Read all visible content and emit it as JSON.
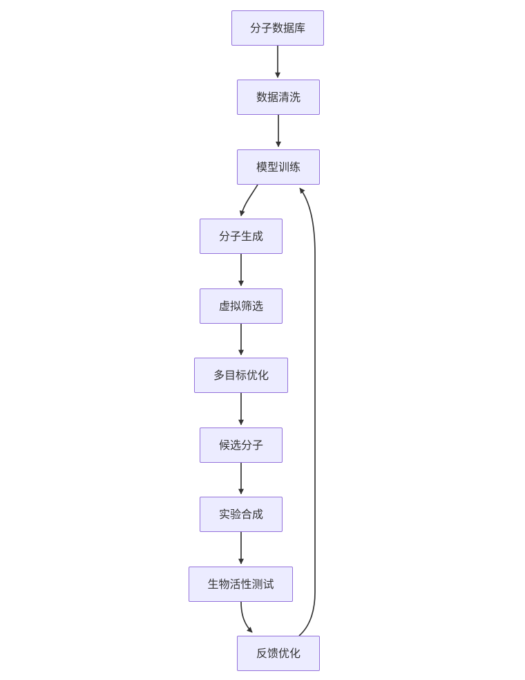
{
  "diagram": {
    "type": "flowchart",
    "direction": "top-down",
    "nodes": [
      {
        "id": "molecular-database",
        "label": "分子数据库"
      },
      {
        "id": "data-cleaning",
        "label": "数据清洗"
      },
      {
        "id": "model-training",
        "label": "模型训练"
      },
      {
        "id": "molecule-generation",
        "label": "分子生成"
      },
      {
        "id": "virtual-screening",
        "label": "虚拟筛选"
      },
      {
        "id": "multi-objective-optimization",
        "label": "多目标优化"
      },
      {
        "id": "candidate-molecules",
        "label": "候选分子"
      },
      {
        "id": "experimental-synthesis",
        "label": "实验合成"
      },
      {
        "id": "bioactivity-testing",
        "label": "生物活性测试"
      },
      {
        "id": "feedback-optimization",
        "label": "反馈优化"
      }
    ],
    "edges": [
      {
        "from": "分子数据库",
        "to": "数据清洗"
      },
      {
        "from": "数据清洗",
        "to": "模型训练"
      },
      {
        "from": "模型训练",
        "to": "分子生成"
      },
      {
        "from": "分子生成",
        "to": "虚拟筛选"
      },
      {
        "from": "虚拟筛选",
        "to": "多目标优化"
      },
      {
        "from": "多目标优化",
        "to": "候选分子"
      },
      {
        "from": "候选分子",
        "to": "实验合成"
      },
      {
        "from": "实验合成",
        "to": "生物活性测试"
      },
      {
        "from": "生物活性测试",
        "to": "反馈优化"
      },
      {
        "from": "反馈优化",
        "to": "模型训练"
      }
    ],
    "colors": {
      "node_fill": "#ECECFF",
      "node_border": "#9370DB",
      "node_text": "#333333",
      "edge": "#333333",
      "background": "#FFFFFF"
    }
  }
}
